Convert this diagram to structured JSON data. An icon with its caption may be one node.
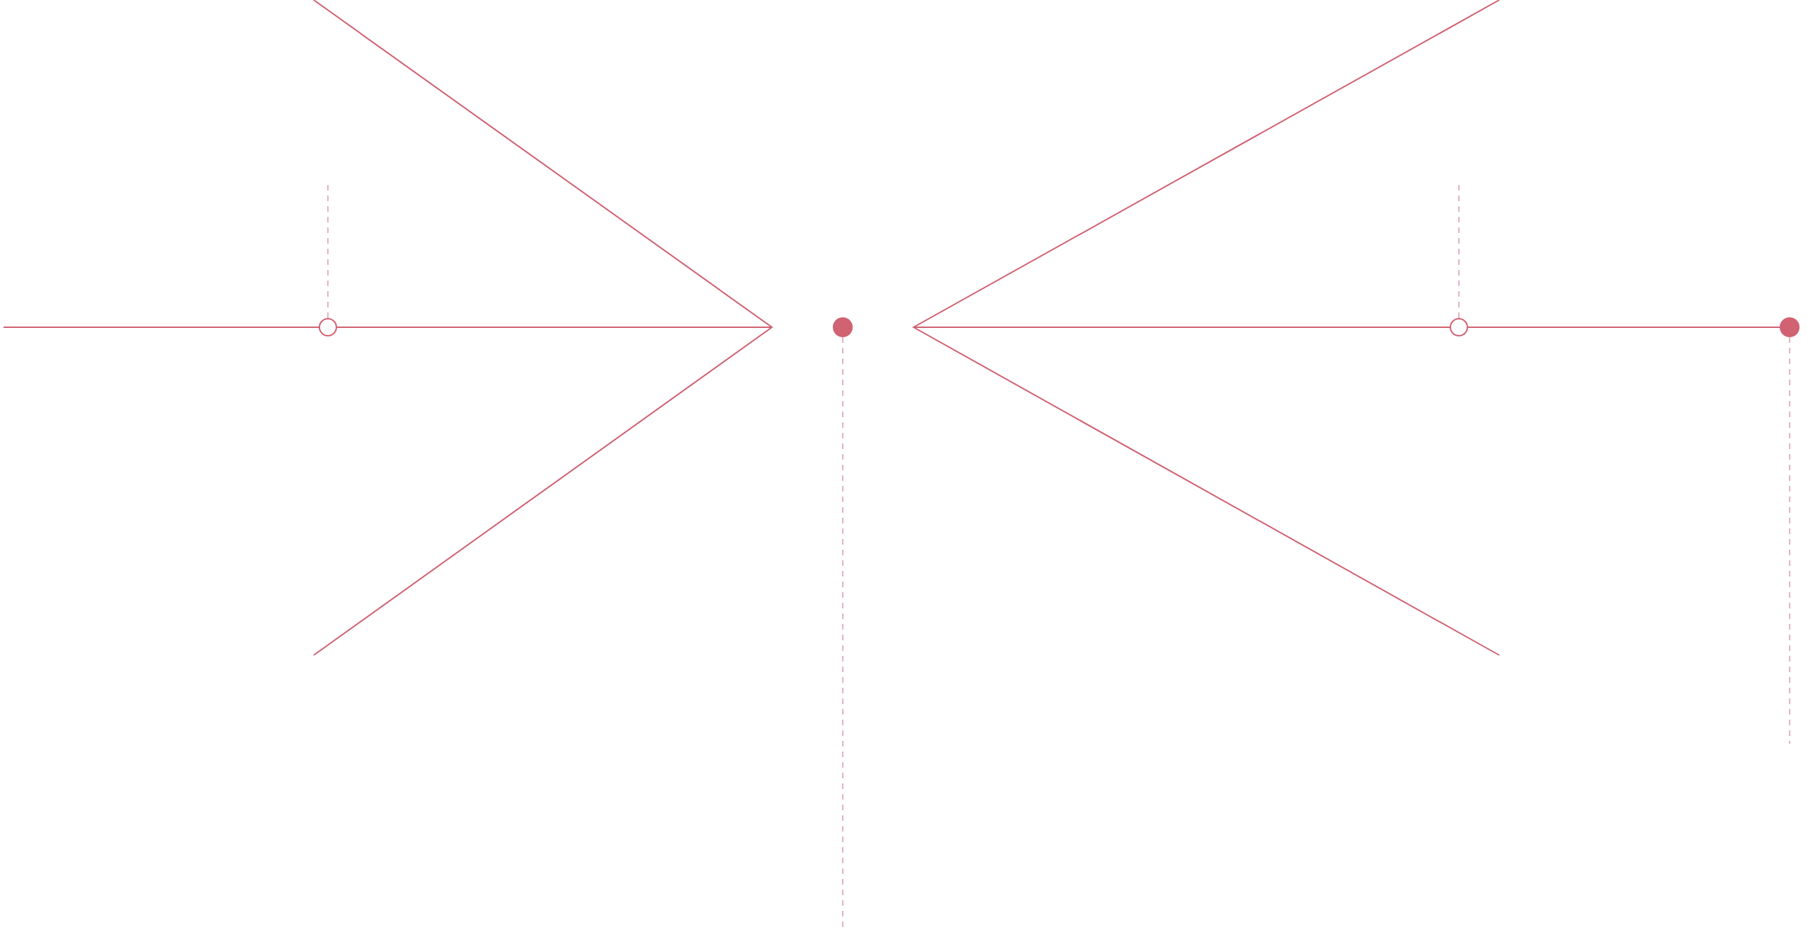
{
  "diagram": {
    "nodes": [
      {
        "text": [],
        "shape": "circle"
      },
      {
        "text": [],
        "shape": "circle"
      },
      {
        "text": [],
        "shape": "circle"
      },
      {
        "text": [],
        "shape": "circle"
      }
    ],
    "edges": [
      {
        "from": null,
        "to": 0,
        "arrow": "none"
      },
      {
        "from": 0,
        "to": null,
        "arrow": "none"
      },
      {
        "from": null,
        "to": 2,
        "arrow": "none"
      },
      {
        "from": 2,
        "to": 3,
        "arrow": "none"
      },
      {
        "from": 0,
        "to": null,
        "arrow": "none",
        "style": "dashed",
        "color": "#e3b5be"
      },
      {
        "from": 1,
        "to": null,
        "arrow": "none",
        "style": "dashed",
        "color": "#e3b5be"
      },
      {
        "from": 2,
        "to": null,
        "arrow": "none",
        "style": "dashed",
        "color": "#e3b5be"
      },
      {
        "from": 3,
        "to": null,
        "arrow": "none",
        "style": "dashed",
        "color": "#e3b5be"
      }
    ]
  }
}
